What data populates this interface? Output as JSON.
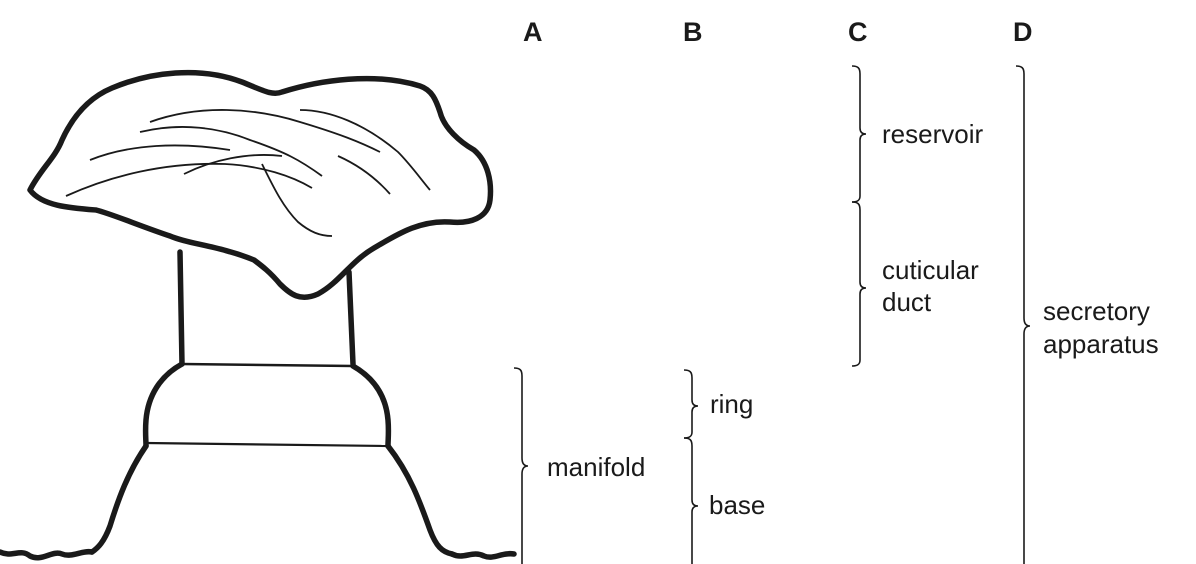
{
  "columns": {
    "a": "A",
    "b": "B",
    "c": "C",
    "d": "D"
  },
  "labels": {
    "manifold": "manifold",
    "ring": "ring",
    "base": "base",
    "reservoir": "reservoir",
    "cuticular_duct_line1": "cuticular",
    "cuticular_duct_line2": "duct",
    "secretory_apparatus_line1": "secretory",
    "secretory_apparatus_line2": "apparatus"
  },
  "colors": {
    "ink": "#1a1a1a",
    "background": "#ffffff"
  }
}
